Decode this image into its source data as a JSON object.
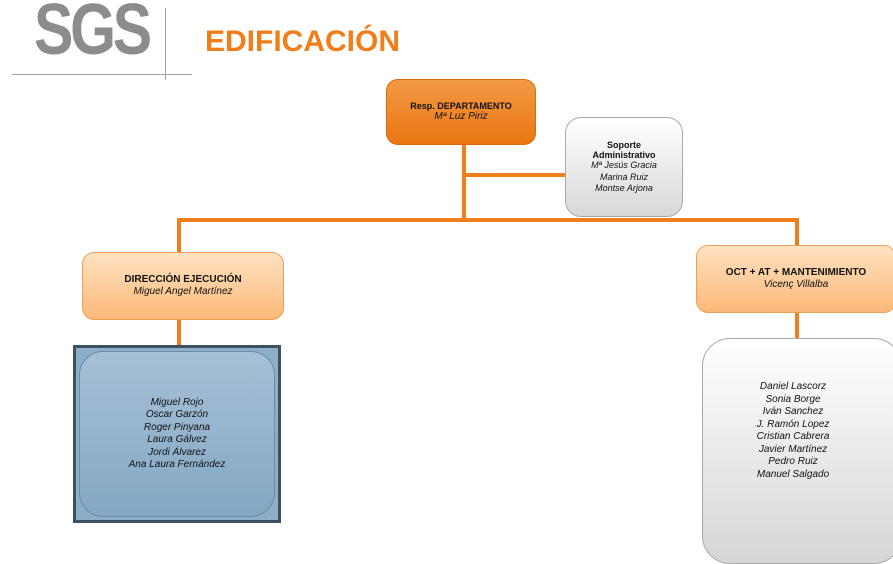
{
  "header": {
    "logo": "SGS",
    "title": "EDIFICACIÓN"
  },
  "colors": {
    "accent": "#f07e1a",
    "logo_gray": "#8c8c8c",
    "team_blue": "#8eaec8"
  },
  "head": {
    "title": "Resp. DEPARTAMENTO",
    "name": "Mª Luz Piriz"
  },
  "support": {
    "title": [
      "Soporte",
      "Administrativo"
    ],
    "members": [
      "Mª Jesús Gracia",
      "Marina Ruiz",
      "Montse Arjona"
    ]
  },
  "direccion": {
    "title": "DIRECCIÓN EJECUCIÓN",
    "name": "Miguel Angel Martínez",
    "team": [
      "Miguel Rojo",
      "Oscar Garzón",
      "Roger Pinyana",
      "Laura Gálvez",
      "Jordi Álvarez",
      "Ana Laura Fernández"
    ]
  },
  "oct": {
    "title": "OCT + AT + MANTENIMIENTO",
    "name": "Vicenç Villalba",
    "team": [
      "Daniel Lascorz",
      "Sonia Borge",
      "Iván Sanchez",
      "J. Ramón Lopez",
      "Cristian Cabrera",
      "Javier Martínez",
      "Pedro Ruiz",
      "Manuel Salgado"
    ]
  }
}
